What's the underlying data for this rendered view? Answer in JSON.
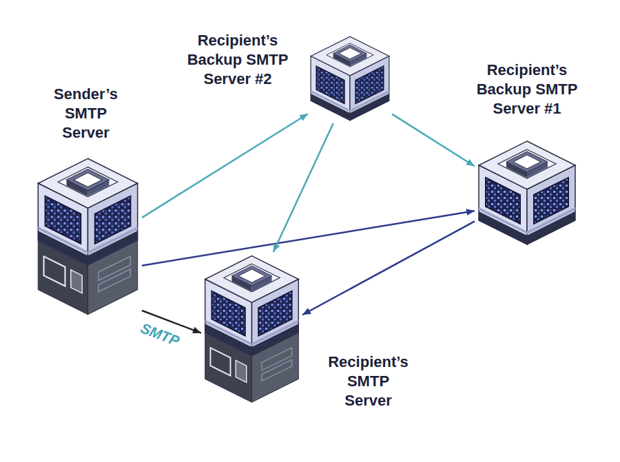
{
  "diagram": {
    "nodes": [
      {
        "text": [
          "Recipient’s Backup SMTP Server #2"
        ]
      },
      {
        "text": [
          "Recipient’s Backup SMTP Server #1"
        ]
      },
      {
        "text": [
          "Sender’s SMTP Server"
        ]
      },
      {
        "text": [
          "Recipient’s SMTP Server"
        ]
      }
    ],
    "edges": [
      {
        "from": 2,
        "to": 0,
        "arrow": "to"
      },
      {
        "from": 2,
        "to": 1,
        "arrow": "to"
      },
      {
        "from": 2,
        "to": 3,
        "label": "SMTP",
        "arrow": "to"
      },
      {
        "from": 0,
        "to": 1,
        "arrow": "to"
      },
      {
        "from": 0,
        "to": 3,
        "arrow": "to"
      },
      {
        "from": 1,
        "to": 3,
        "arrow": "to"
      }
    ]
  }
}
